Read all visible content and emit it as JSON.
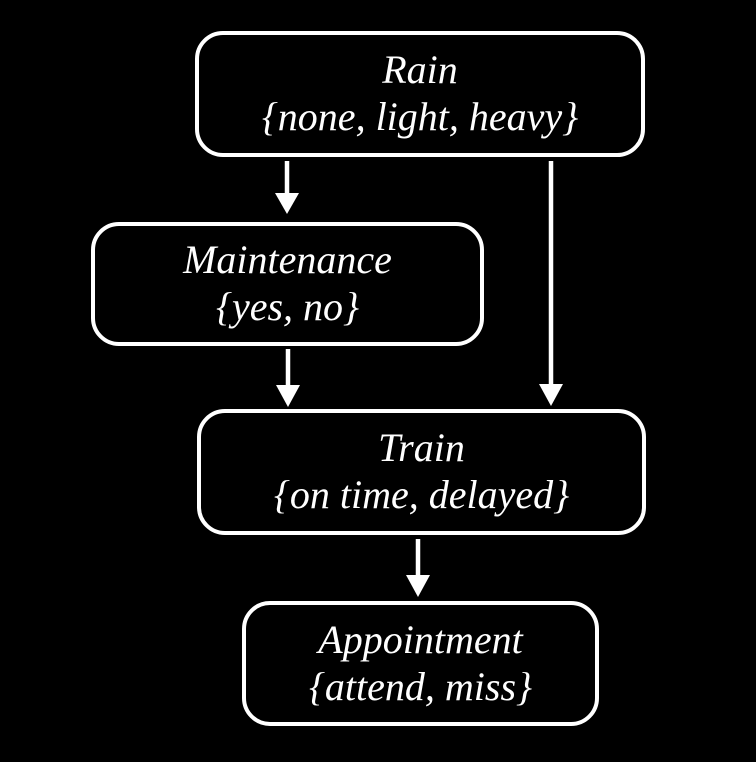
{
  "colors": {
    "background": "#000000",
    "node_border": "#ffffff",
    "node_fill": "#000000",
    "text": "#ffffff",
    "arrow": "#ffffff"
  },
  "diagram": {
    "type": "bayesian-network",
    "nodes": [
      {
        "id": "rain",
        "label": "Rain",
        "values": "{none, light, heavy}"
      },
      {
        "id": "maintenance",
        "label": "Maintenance",
        "values": "{yes, no}"
      },
      {
        "id": "train",
        "label": "Train",
        "values": "{on time, delayed}"
      },
      {
        "id": "appointment",
        "label": "Appointment",
        "values": "{attend, miss}"
      }
    ],
    "edges": [
      {
        "from": "rain",
        "to": "maintenance"
      },
      {
        "from": "rain",
        "to": "train"
      },
      {
        "from": "maintenance",
        "to": "train"
      },
      {
        "from": "train",
        "to": "appointment"
      }
    ]
  }
}
